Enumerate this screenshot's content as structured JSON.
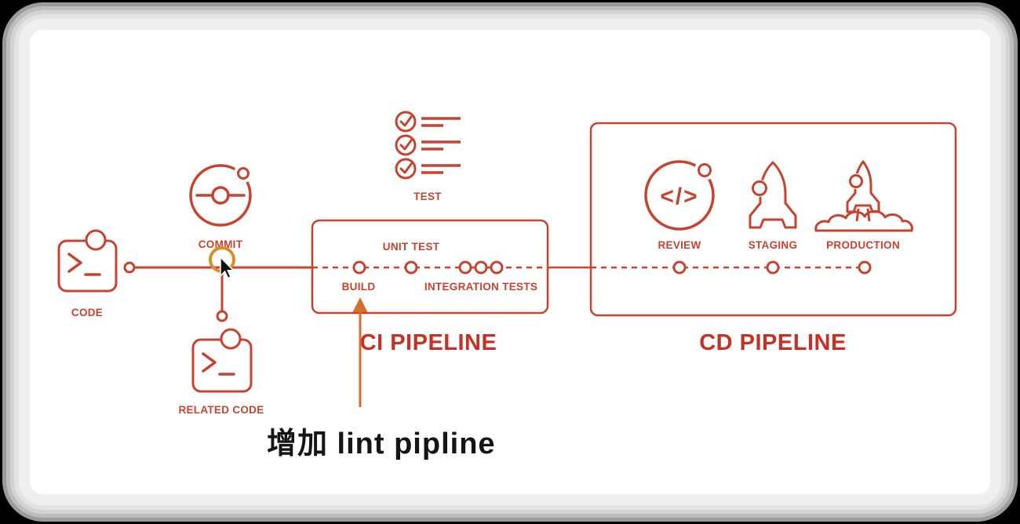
{
  "annotation": {
    "text": "增加 lint pipline"
  },
  "colors": {
    "stroke_red": "#C8432F",
    "title_red": "#C53124",
    "arrow_orange": "#D96E2B",
    "highlight_ring_orange": "#DD8D28",
    "annotation_black": "#151515",
    "slide_background": "#FFFFFF"
  },
  "source": {
    "code_label": "CODE",
    "commit_label": "COMMIT",
    "related_code_label": "RELATED CODE",
    "test_label": "TEST"
  },
  "ci_pipeline": {
    "title": "CI PIPELINE",
    "stages": [
      {
        "label": "BUILD"
      },
      {
        "label": "UNIT TEST"
      },
      {
        "label": "INTEGRATION TESTS"
      }
    ]
  },
  "cd_pipeline": {
    "title": "CD PIPELINE",
    "review_glyph": "</>",
    "stages": [
      {
        "label": "REVIEW"
      },
      {
        "label": "STAGING"
      },
      {
        "label": "PRODUCTION"
      }
    ]
  }
}
